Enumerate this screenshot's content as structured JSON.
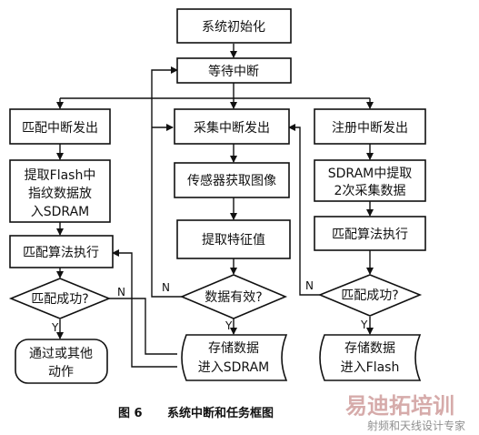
{
  "nodes": {
    "init": "系统初始化",
    "wait": "等待中断",
    "match_int": "匹配中断发出",
    "collect_int": "采集中断发出",
    "register_int": "注册中断发出",
    "extract_flash": [
      "提取Flash中",
      "指纹数据放",
      "入SDRAM"
    ],
    "sensor_image": "传感器获取图像",
    "extract_feature": "提取特征值",
    "sdram_extract": [
      "SDRAM中提取",
      "2次采集数据"
    ],
    "match_algo_left": "匹配算法执行",
    "match_algo_right": "匹配算法执行",
    "match_success_left": "匹配成功?",
    "data_valid": "数据有效?",
    "match_success_right": "匹配成功?",
    "pass_or_other": [
      "通过或其他",
      "动作"
    ],
    "store_sdram": [
      "存储数据",
      "进入SDRAM"
    ],
    "store_flash": [
      "存储数据",
      "进入Flash"
    ]
  },
  "edge_labels": {
    "yes": "Y",
    "no": "N"
  },
  "caption": {
    "figure": "图 6",
    "title": "系统中断和任务框图"
  },
  "watermark": {
    "main": "易迪拓培训",
    "sub": "射频和天线设计专家"
  }
}
